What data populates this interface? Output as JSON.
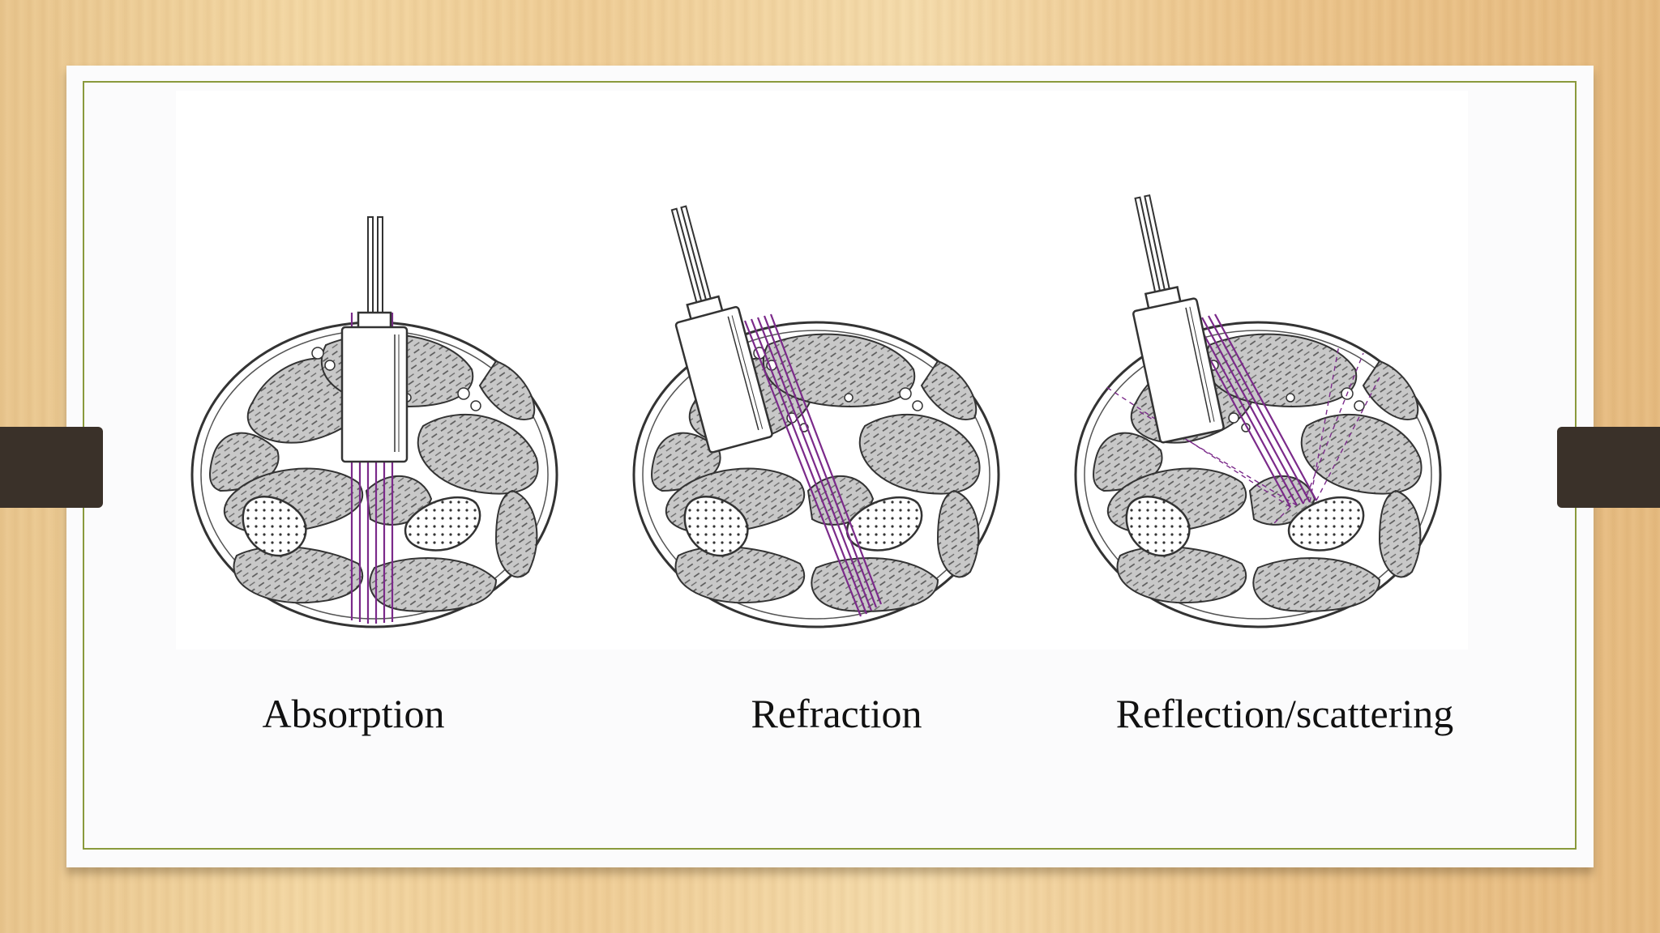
{
  "slide": {
    "panels": [
      {
        "caption": "Absorption"
      },
      {
        "caption": "Refraction"
      },
      {
        "caption": "Reflection/scattering"
      }
    ]
  },
  "colors": {
    "frame": "#8a9a3c",
    "tabs": "#3a3129",
    "beam": "#7b2a8a",
    "muscle_fill": "#c9c9c9"
  }
}
